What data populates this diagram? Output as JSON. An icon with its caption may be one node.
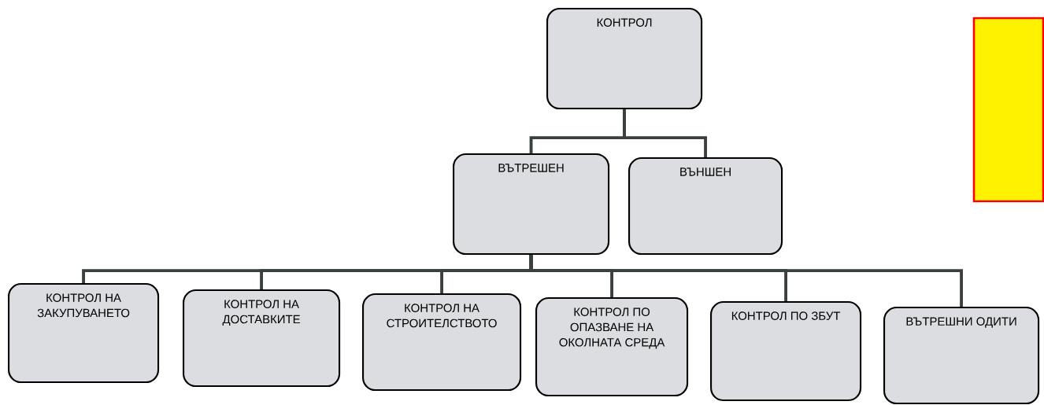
{
  "diagram": {
    "nodes": [
      {
        "text": [
          "КОНТРОЛ"
        ]
      },
      {
        "text": [
          "ВЪТРЕШЕН"
        ]
      },
      {
        "text": [
          "ВЪНШЕН"
        ]
      },
      {
        "text": [
          "КОНТРОЛ НА ЗАКУПУВАНЕТО"
        ]
      },
      {
        "text": [
          "КОНТРОЛ НА ДОСТАВКИТЕ"
        ]
      },
      {
        "text": [
          "КОНТРОЛ НА СТРОИТЕЛСТВОТО"
        ]
      },
      {
        "text": [
          "КОНТРОЛ ПО ОПАЗВАНЕ НА ОКОЛНАТА СРЕДА"
        ]
      },
      {
        "text": [
          "КОНТРОЛ ПО ЗБУТ"
        ]
      },
      {
        "text": [
          "ВЪТРЕШНИ ОДИТИ"
        ]
      }
    ],
    "edges": [
      {
        "from": 0,
        "to": 1,
        "arrow": "none"
      },
      {
        "from": 0,
        "to": 2,
        "arrow": "none"
      },
      {
        "from": 1,
        "to": 3,
        "arrow": "none"
      },
      {
        "from": 1,
        "to": 4,
        "arrow": "none"
      },
      {
        "from": 1,
        "to": 5,
        "arrow": "none"
      },
      {
        "from": 1,
        "to": 6,
        "arrow": "none"
      },
      {
        "from": 1,
        "to": 7,
        "arrow": "none"
      },
      {
        "from": 1,
        "to": 8,
        "arrow": "none"
      }
    ]
  }
}
